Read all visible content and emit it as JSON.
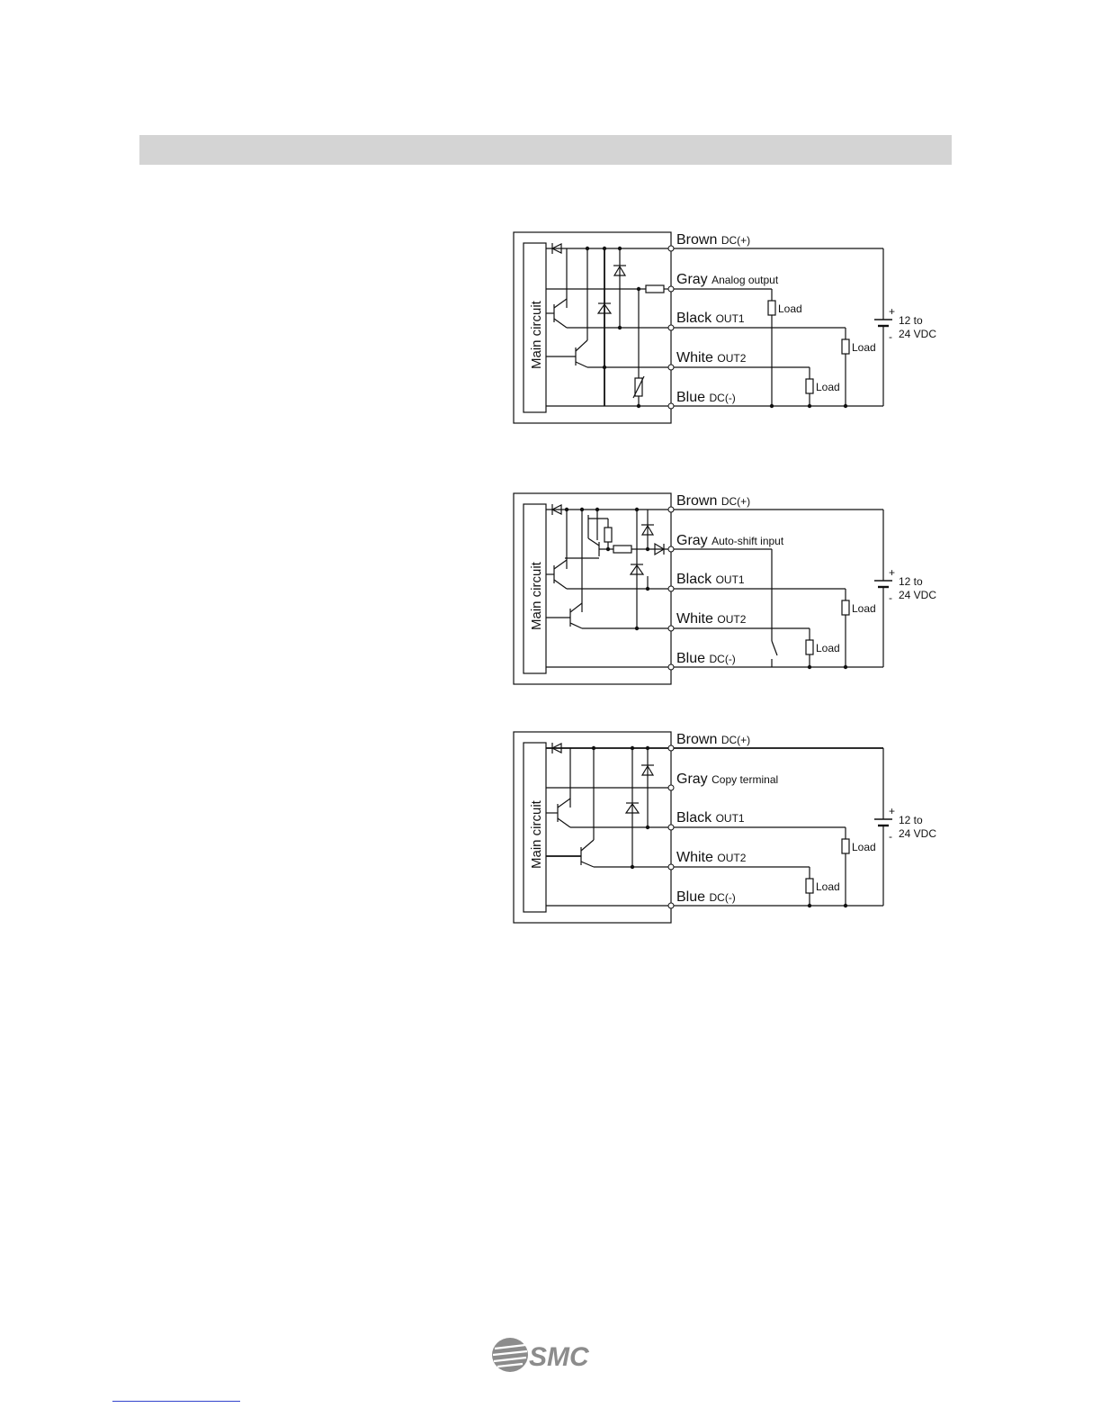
{
  "diagrams": [
    {
      "main_label": "Main circuit",
      "wires": [
        {
          "name": "Brown",
          "desc": "DC(+)"
        },
        {
          "name": "Gray",
          "desc": "Analog output"
        },
        {
          "name": "Black",
          "desc": "OUT1"
        },
        {
          "name": "White",
          "desc": "OUT2"
        },
        {
          "name": "Blue",
          "desc": "DC(-)"
        }
      ],
      "loads": [
        "Load",
        "Load",
        "Load"
      ],
      "supply": {
        "line1": "12 to",
        "line2": "24 VDC",
        "plus": "+",
        "minus": "-"
      }
    },
    {
      "main_label": "Main circuit",
      "wires": [
        {
          "name": "Brown",
          "desc": "DC(+)"
        },
        {
          "name": "Gray",
          "desc": "Auto-shift input"
        },
        {
          "name": "Black",
          "desc": "OUT1"
        },
        {
          "name": "White",
          "desc": "OUT2"
        },
        {
          "name": "Blue",
          "desc": "DC(-)"
        }
      ],
      "loads": [
        "Load",
        "Load"
      ],
      "supply": {
        "line1": "12 to",
        "line2": "24 VDC",
        "plus": "+",
        "minus": "-"
      }
    },
    {
      "main_label": "Main circuit",
      "wires": [
        {
          "name": "Brown",
          "desc": "DC(+)"
        },
        {
          "name": "Gray",
          "desc": "Copy terminal"
        },
        {
          "name": "Black",
          "desc": "OUT1"
        },
        {
          "name": "White",
          "desc": "OUT2"
        },
        {
          "name": "Blue",
          "desc": "DC(-)"
        }
      ],
      "loads": [
        "Load",
        "Load"
      ],
      "supply": {
        "line1": "12 to",
        "line2": "24 VDC",
        "plus": "+",
        "minus": "-"
      }
    }
  ],
  "logo_text": "SMC"
}
